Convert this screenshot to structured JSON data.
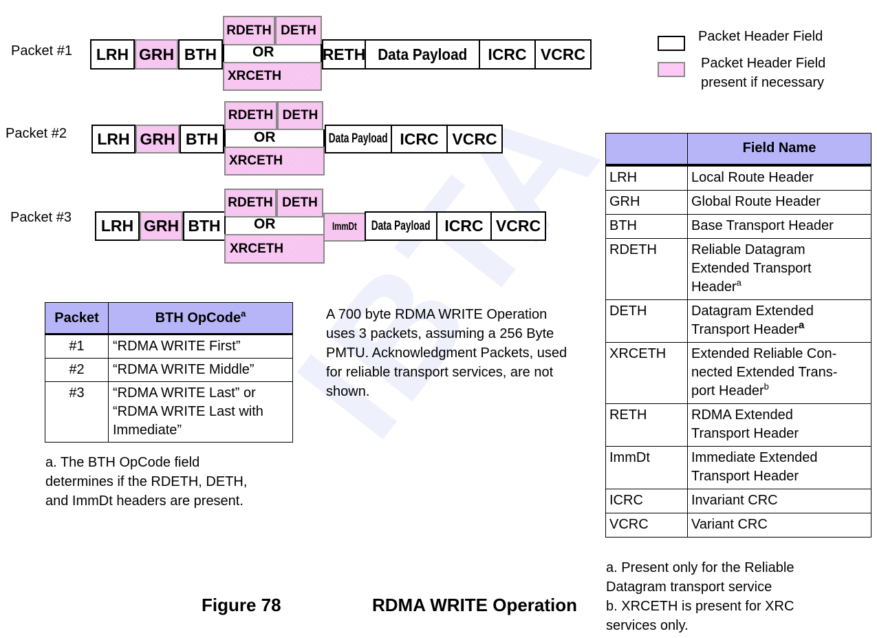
{
  "watermark": "IBTA",
  "packets": [
    {
      "label": "Packet #1",
      "fields": [
        "LRH",
        "GRH",
        "BTH",
        "RDETH",
        "DETH",
        "OR",
        "XRCETH",
        "RETH",
        "Data Payload",
        "ICRC",
        "VCRC"
      ]
    },
    {
      "label": "Packet #2",
      "fields": [
        "LRH",
        "GRH",
        "BTH",
        "RDETH",
        "DETH",
        "OR",
        "XRCETH",
        "Data Payload",
        "ICRC",
        "VCRC"
      ]
    },
    {
      "label": "Packet #3",
      "fields": [
        "LRH",
        "GRH",
        "BTH",
        "RDETH",
        "DETH",
        "OR",
        "XRCETH",
        "ImmDt",
        "Data Payload",
        "ICRC",
        "VCRC"
      ]
    }
  ],
  "legend": {
    "header_field": "Packet Header Field",
    "optional_field_line1": "Packet Header Field",
    "optional_field_line2": "present if necessary",
    "colors": {
      "optional_fill": "#fccaf5",
      "header_fill": "#b7b5f7"
    }
  },
  "opcode_table": {
    "headers": [
      "Packet",
      "BTH OpCode"
    ],
    "header_sup": "a",
    "rows": [
      {
        "packet": "#1",
        "opcode": [
          "“RDMA WRITE First”"
        ]
      },
      {
        "packet": "#2",
        "opcode": [
          "“RDMA WRITE Middle”"
        ]
      },
      {
        "packet": "#3",
        "opcode": [
          "“RDMA WRITE Last” or",
          "“RDMA WRITE Last with",
          "Immediate”"
        ]
      }
    ],
    "footnote": [
      "a. The BTH OpCode field",
      "determines if the RDETH, DETH,",
      "and ImmDt headers are present."
    ]
  },
  "description": [
    "A 700 byte RDMA WRITE Operation",
    "uses 3 packets, assuming a 256 Byte",
    "PMTU. Acknowledgment Packets, used",
    "for reliable transport services, are not",
    "shown."
  ],
  "field_table": {
    "headers": [
      "",
      "Field Name"
    ],
    "rows": [
      {
        "abbr": "LRH",
        "name": [
          "Local Route Header"
        ]
      },
      {
        "abbr": "GRH",
        "name": [
          "Global Route Header"
        ]
      },
      {
        "abbr": "BTH",
        "name": [
          "Base Transport Header"
        ]
      },
      {
        "abbr": "RDETH",
        "name": [
          "Reliable Datagram",
          "Extended Transport",
          "Header"
        ],
        "sup": "a"
      },
      {
        "abbr": "DETH",
        "name": [
          "Datagram Extended",
          "Transport Header"
        ],
        "sup": "a"
      },
      {
        "abbr": "XRCETH",
        "name": [
          "Extended Reliable Con-",
          "nected Extended Trans-",
          "port Header"
        ],
        "sup": "b"
      },
      {
        "abbr": "RETH",
        "name": [
          "RDMA Extended",
          "Transport Header"
        ]
      },
      {
        "abbr": "ImmDt",
        "name": [
          "Immediate Extended",
          "Transport Header"
        ]
      },
      {
        "abbr": "ICRC",
        "name": [
          "Invariant CRC"
        ]
      },
      {
        "abbr": "VCRC",
        "name": [
          "Variant CRC"
        ]
      }
    ],
    "footnotes": [
      "a. Present only for the Reliable",
      "Datagram transport service",
      "b. XRCETH is present for XRC",
      "services only."
    ]
  },
  "figure": {
    "number": "Figure 78",
    "title": "RDMA WRITE Operation"
  }
}
